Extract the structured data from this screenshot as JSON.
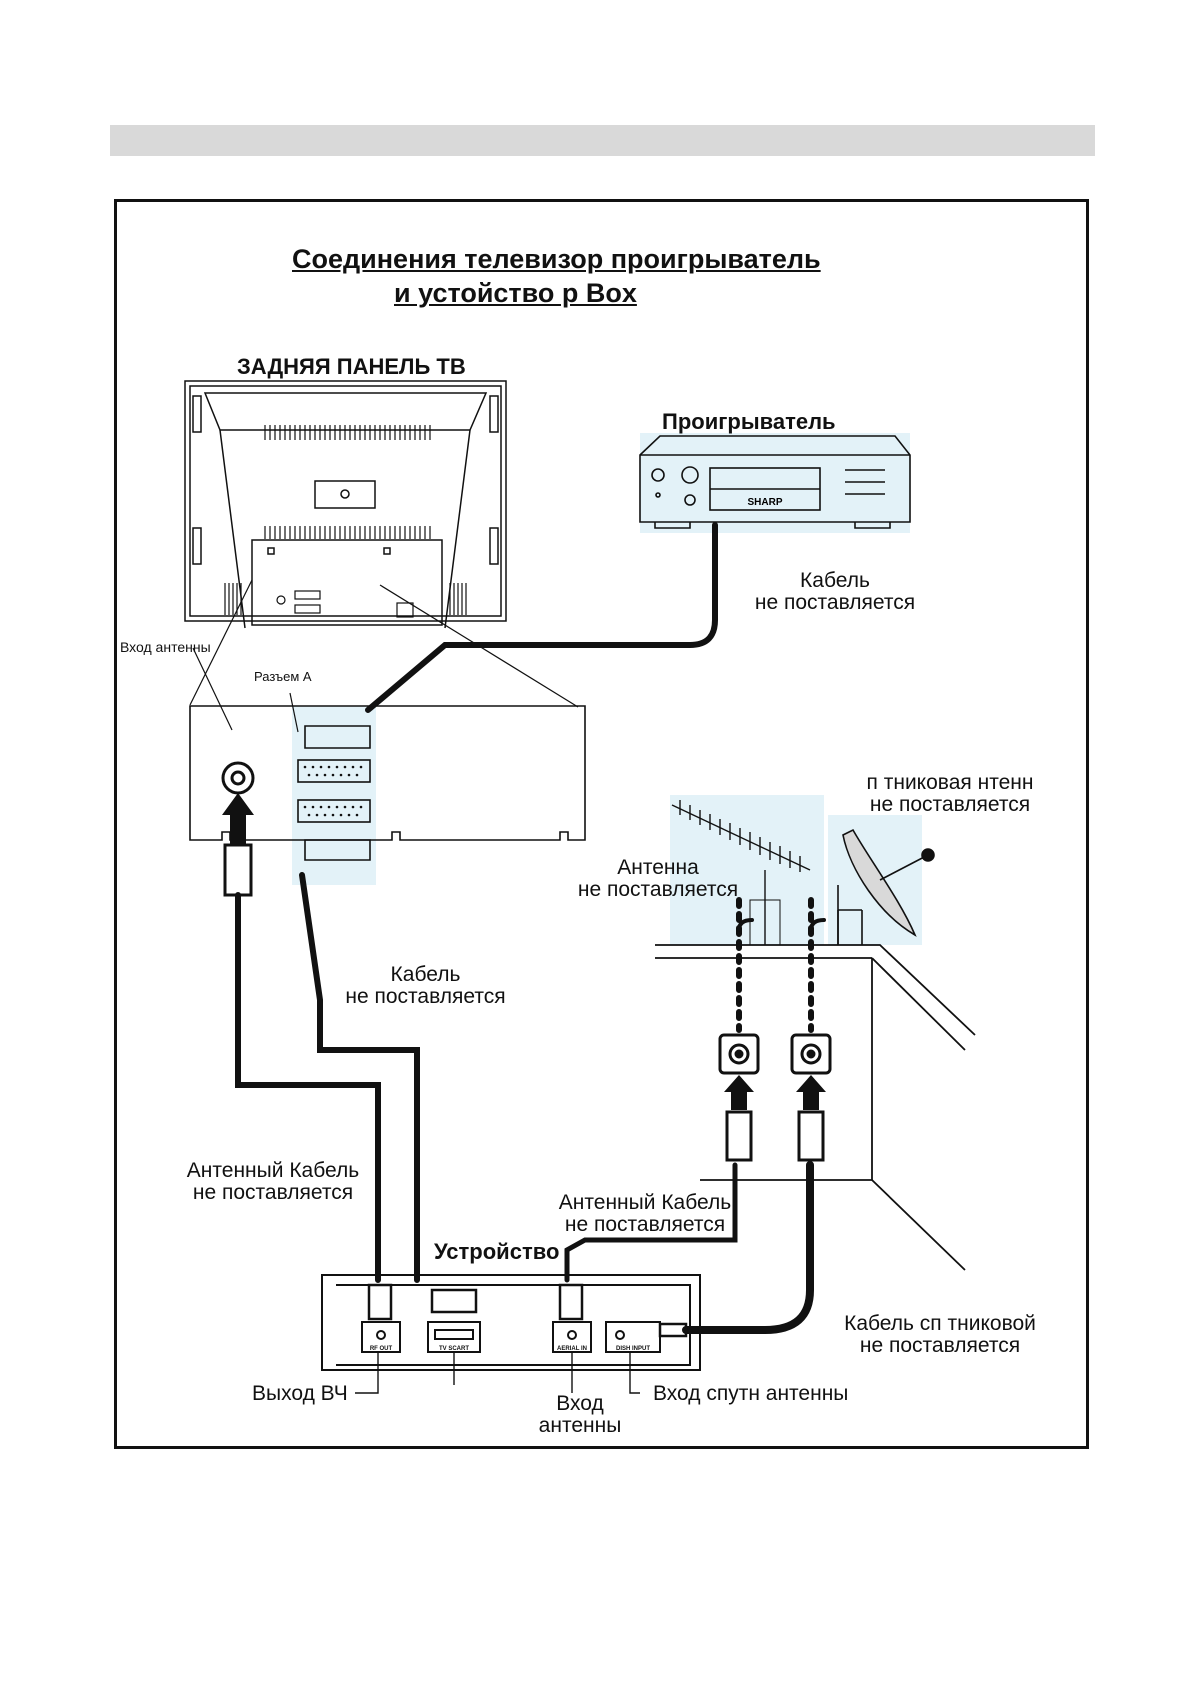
{
  "title": {
    "line1": "Соединения   телевизор проигрыватель",
    "line2": "и устойство          р Box"
  },
  "tv": {
    "heading": "ЗАДНЯЯ ПАНЕЛЬ ТВ",
    "antenna_input": "Вход  антенны",
    "connector_a": "Разъем А"
  },
  "player": {
    "label": "Проигрыватель",
    "brand": "SHARP",
    "cable": [
      "Кабель",
      "не поставляется"
    ]
  },
  "satellite_antenna": [
    "п  тниковая   нтенн",
    "не поставляется"
  ],
  "antenna": [
    "Антенна",
    "не поставляется"
  ],
  "scart_cable": [
    "Кабель",
    "не поставляется"
  ],
  "antenna_cable_left": [
    "Антенный Кабель",
    "не поставляется"
  ],
  "antenna_cable_right": [
    "Антенный Кабель",
    "не поставляется"
  ],
  "satellite_cable": [
    "Кабель сп  тниковой",
    "не поставляется"
  ],
  "device": {
    "label": "Устройство",
    "ports": [
      "RF OUT",
      "TV SCART",
      "AERIAL IN",
      "DISH INPUT"
    ],
    "rf_out": "Выход ВЧ",
    "aerial_in": [
      "Вход",
      "антенны"
    ],
    "dish_in": "Вход  спутн антенны"
  },
  "colors": {
    "ink": "#111111",
    "panel_bg": "#d9d9d9",
    "highlight": "#e3f2f8"
  }
}
